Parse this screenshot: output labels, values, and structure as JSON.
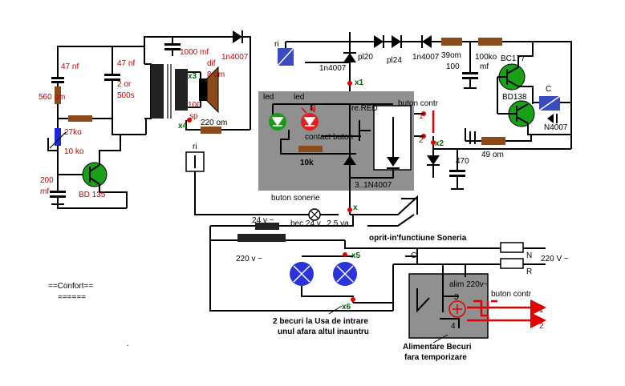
{
  "colors": {
    "wire": "#000000",
    "label_red": "#c00000",
    "node_green": "#006600",
    "resistor": "#8a4a1a",
    "relay_box": "#909090",
    "led_green": "#1a9a1a",
    "led_red": "#e02020",
    "bulb": "#2a34d8",
    "transistor": "#18a018",
    "relay_coil": "#3a4ac0",
    "signal_red": "#e00000"
  },
  "labels": {
    "c47nf_left": "47 nf",
    "r560": "560 om",
    "r27k": "27ko",
    "r10k": "10 ko",
    "c200": "200",
    "c200_unit": "mf",
    "c47nf_mid": "47 nf",
    "c2or": "2 or",
    "c500s": "500s",
    "c1000": "1000 mf",
    "d1n4007_top": "1n4007",
    "dif": "dif",
    "dif_ohm": "8 om",
    "x3": "x3",
    "x4": "x4",
    "r100": "100",
    "r100_sub": "sp",
    "r220": "220 om",
    "ri_left": "ri",
    "bd135": "BD 135",
    "ri_top": "ri",
    "d1n4007_mid": "1n4007",
    "pl20": "pl20",
    "x1": "x1",
    "pl24": "pl24",
    "d1n4007_right": "1n4007",
    "r39": "39om",
    "c100": "100",
    "c100_unit": "mf",
    "r100k": "100ko",
    "bc177": "BC177",
    "bd138": "BD138",
    "c_label": "C",
    "n4007_right": "N4007",
    "r49": "49 om",
    "c470": "470",
    "led1": "led",
    "led2": "led",
    "re_red": "re.RED",
    "pin3": "3",
    "contact_buton": "contact buton",
    "r10k_box": "10k",
    "d3_1n4007": "3..1N4007",
    "buton_contr": "buton contr",
    "pin1": "1",
    "pin2": "2",
    "x2": "x2",
    "buton_sonerie": "buton sonerie",
    "x": "x",
    "v24": "24 v ~",
    "bec": "bec 24 v...2,5 va",
    "oprit": "oprit-in'functiune Soneria",
    "v220_tr": "220 v ~",
    "x5": "x5",
    "x6": "x6",
    "N": "N",
    "R": "R",
    "v220_main": "220 V ~",
    "c_switch": "C",
    "alim": "alim 220v~",
    "pin3b": "3",
    "pin4b": "4",
    "buton_contr2": "buton contr",
    "pin1b": "1",
    "pin2b": "2",
    "confort": "==Confort==",
    "confort_under": "======",
    "becuri1": "2 becuri la Usa de intrare",
    "becuri2": "unul afara altul inauntru",
    "alim_bec1": "Alimentare Becuri",
    "alim_bec2": "fara temporizare",
    "dot": "."
  }
}
